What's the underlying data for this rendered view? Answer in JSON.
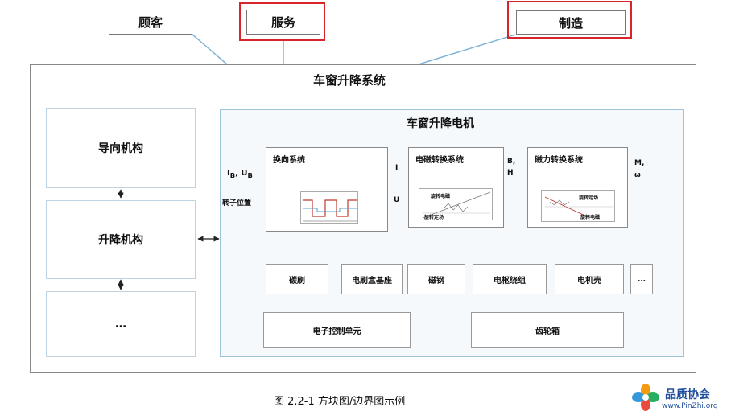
{
  "stakeholders": {
    "customer": "顾客",
    "service": "服务",
    "manufacturing": "制造"
  },
  "system": {
    "title": "车窗升降系统",
    "modules": {
      "guide": "导向机构",
      "lift": "升降机构",
      "more": "…"
    }
  },
  "motor": {
    "title": "车窗升降电机",
    "blocks": {
      "commutation": "换向系统",
      "electromagnetic": "电磁转换系统",
      "magnetic_force": "磁力转换系统"
    },
    "inputs": {
      "current_voltage": "I<sub>B</sub>, U<sub>B</sub>",
      "rotor_position": "转子位置"
    },
    "signals": {
      "current": "I",
      "voltage": "U",
      "b": "B,",
      "h": "H",
      "m": "M,",
      "omega": "ω"
    },
    "mini_labels": {
      "em_1": "旋转电磁",
      "em_2": "旋转定场",
      "mf_1": "旋转定场",
      "mf_2": "旋转电磁"
    },
    "components": {
      "brush": "碳刷",
      "brush_holder": "电刷盒基座",
      "magnet": "磁钢",
      "armature": "电枢绕组",
      "housing": "电机壳",
      "more": "…",
      "ecu": "电子控制单元",
      "gearbox": "齿轮箱"
    }
  },
  "caption": "图  2.2-1 方块图/边界图示例",
  "watermark": {
    "name": "品质协会",
    "url": "www.PinZhi.org"
  },
  "colors": {
    "highlight_red": "#d8252a",
    "signal_blue": "#5aa0d0",
    "logo_blue": "#1f4e9c"
  }
}
